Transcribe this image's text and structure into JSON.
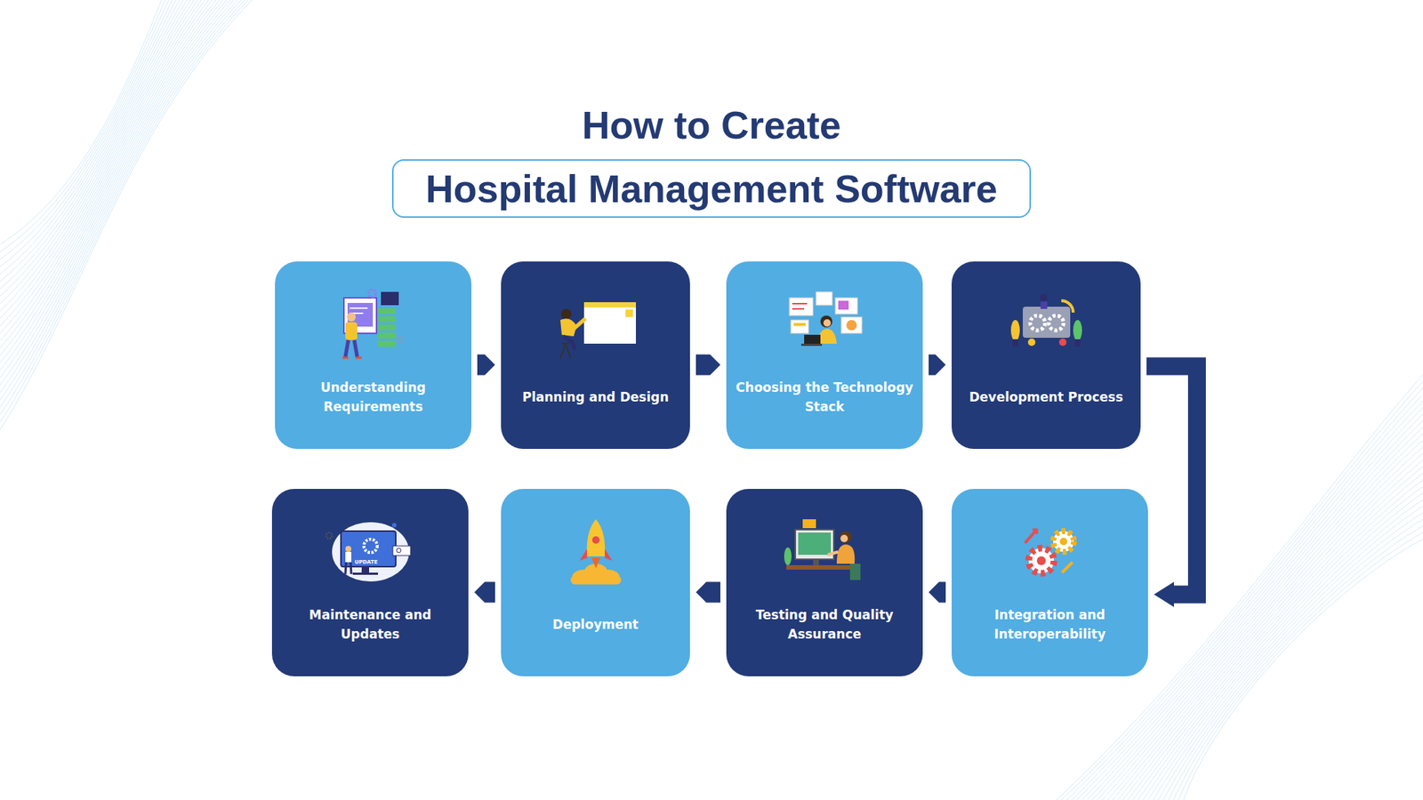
{
  "diagram": {
    "title": "How to Create",
    "nodes": [
      {
        "text": [
          "Hospital Management Software"
        ]
      },
      {
        "text": [
          "Understanding Requirements"
        ]
      },
      {
        "text": [
          "Planning and Design"
        ]
      },
      {
        "text": [
          "Choosing the Technology Stack"
        ]
      },
      {
        "text": [
          "Development Process"
        ]
      },
      {
        "text": [
          "Integration and Interoperability"
        ]
      },
      {
        "text": [
          "Testing and Quality Assurance"
        ]
      },
      {
        "text": [
          "Deployment"
        ]
      },
      {
        "text": [
          "Maintenance and Updates"
        ]
      }
    ],
    "edges": [
      {
        "from": 1,
        "to": 2,
        "arrow": "to"
      },
      {
        "from": 2,
        "to": 3,
        "arrow": "to"
      },
      {
        "from": 3,
        "to": 4,
        "arrow": "to"
      },
      {
        "from": 4,
        "to": 5,
        "arrow": "to"
      },
      {
        "from": 5,
        "to": 6,
        "arrow": "to"
      },
      {
        "from": 6,
        "to": 7,
        "arrow": "to"
      },
      {
        "from": 7,
        "to": 8,
        "arrow": "to"
      }
    ],
    "labels": [
      "UPDATE"
    ]
  }
}
